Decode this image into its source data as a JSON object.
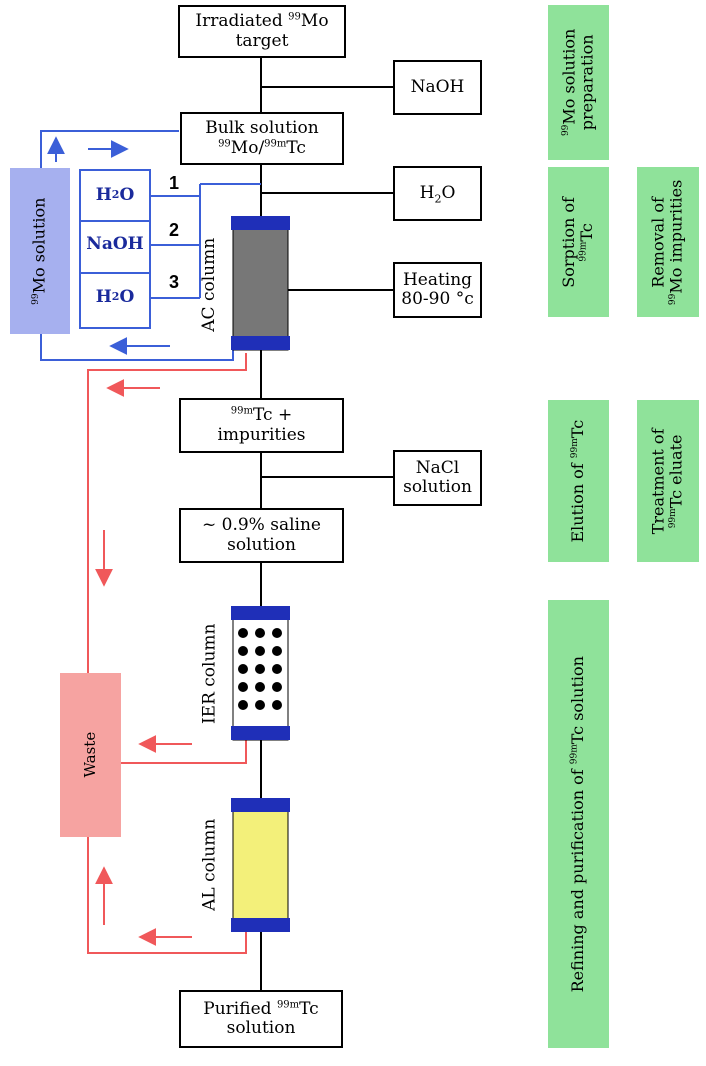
{
  "main_steps": {
    "target": {
      "line1": "Irradiated ",
      "sup": "99",
      "line1b": "Mo",
      "line2": "target"
    },
    "bulk": {
      "line1": "Bulk solution",
      "sup1": "99",
      "mid1": "Mo/",
      "sup2": "99m",
      "mid2": "Tc"
    },
    "impurities": {
      "sup": "99m",
      "line1": "Tc +",
      "line2": "impurities"
    },
    "saline": {
      "line1": "~ 0.9% saline",
      "line2": "solution"
    },
    "purified": {
      "line1": "Purified ",
      "sup": "99m",
      "line1b": "Tc",
      "line2": "solution"
    }
  },
  "reagents": {
    "naoh": "NaOH",
    "h2o": {
      "pre": "H",
      "sub": "2",
      "post": "O"
    },
    "heating": {
      "line1": "Heating",
      "line2": "80-90 °c"
    },
    "nacl": {
      "line1": "NaCl",
      "line2": "solution"
    }
  },
  "wash_steps": [
    {
      "num": "1",
      "label": {
        "pre": "H",
        "sub": "2",
        "post": "O"
      }
    },
    {
      "num": "2",
      "label": "NaOH"
    },
    {
      "num": "3",
      "label": {
        "pre": "H",
        "sub": "2",
        "post": "O"
      }
    }
  ],
  "mo_solution": {
    "sup": "99",
    "text": "Mo solution"
  },
  "waste": "Waste",
  "columns": {
    "ac": "AC column",
    "ier": "IER column",
    "al": "AL column"
  },
  "stages": {
    "prep": {
      "sup": "99",
      "line1": "Mo solution",
      "line2": "preparation"
    },
    "sorption": {
      "line1": "Sorption of",
      "sup": "99m",
      "line2": "Tc"
    },
    "removal": {
      "line1": "Removal of",
      "sup": "99",
      "line2": "Mo impurities"
    },
    "elution": {
      "line1": "Elution of ",
      "sup": "99m",
      "line1b": "Tc"
    },
    "treatment": {
      "line1": "Treatment of",
      "sup": "99m",
      "line2": "Tc eluate"
    },
    "refining": {
      "line1": "Refining and purification of ",
      "sup": "99m",
      "line1b": "Tc solution"
    }
  },
  "colors": {
    "blue_line": "#3b5fd8",
    "red_line": "#f0585a",
    "column_cap": "#1f2fb8",
    "ac_fill": "#777777",
    "al_fill": "#f3f07a",
    "stage_green": "#8fe29a",
    "mo_box": "#a6b0ef",
    "waste_box": "#f6a3a1"
  }
}
